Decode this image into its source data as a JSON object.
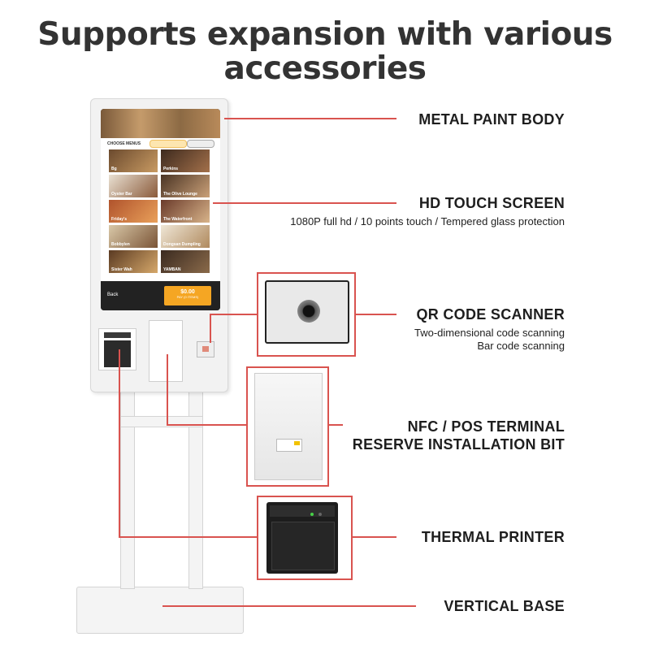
{
  "headline": {
    "line1": "Supports expansion with various",
    "line2": "accessories"
  },
  "features": [
    {
      "title": "METAL PAINT BODY",
      "desc": []
    },
    {
      "title": "HD TOUCH SCREEN",
      "desc": [
        "1080P full hd / 10 points touch / Tempered glass protection"
      ]
    },
    {
      "title": "QR CODE SCANNER",
      "desc": [
        "Two-dimensional code scanning",
        "Bar code scanning"
      ]
    },
    {
      "title_lines": [
        "NFC / POS TERMINAL",
        "RESERVE INSTALLATION BIT"
      ]
    },
    {
      "title": "THERMAL PRINTER",
      "desc": []
    },
    {
      "title": "VERTICAL BASE",
      "desc": []
    }
  ],
  "screen": {
    "menu_heading": "CHOOSE MENUS",
    "tiles": [
      "Bg",
      "Perkins",
      "Oyster Bar",
      "The Olive Lounge",
      "Friday's",
      "The Waterfront",
      "Bobbylen",
      "Dongsan Dumpling",
      "Sister Wah",
      "YAMBAN"
    ],
    "back_label": "Back",
    "total": "$0.00",
    "pay_label": "PAY (0 ITEMS)"
  },
  "colors": {
    "accent_line": "#d9534f",
    "headline": "#333333",
    "pay_button": "#f5a623"
  }
}
